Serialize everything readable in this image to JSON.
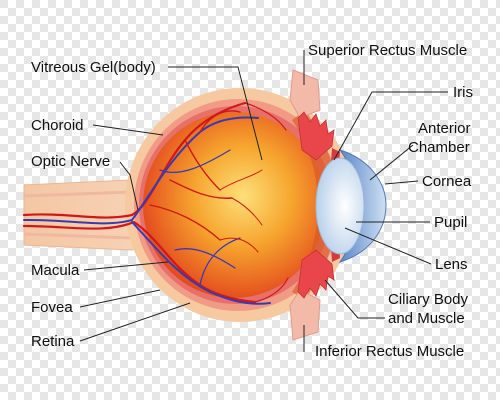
{
  "diagram": {
    "labels": {
      "vitreous_gel": "Vitreous Gel(body)",
      "choroid": "Choroid",
      "optic_nerve": "Optic Nerve",
      "macula": "Macula",
      "fovea": "Fovea",
      "retina": "Retina",
      "superior_rectus": "Superior Rectus Muscle",
      "iris": "Iris",
      "anterior_chamber_line1": "Anterior",
      "anterior_chamber_line2": "Chamber",
      "cornea": "Cornea",
      "pupil": "Pupil",
      "lens": "Lens",
      "ciliary_line1": "Ciliary Body",
      "ciliary_line2": "and Muscle",
      "inferior_rectus": "Inferior Rectus Muscle"
    },
    "colors": {
      "sclera": "#f6c9a0",
      "choroid_ring": "#e8706a",
      "vitreous_center": "#fbd24c",
      "vitreous_edge": "#e83a1c",
      "lens": "#d6e6f6",
      "iris": "#e8464a",
      "cornea": "#8fb4dc",
      "vessel_red": "#d01818",
      "vessel_blue": "#3a3ab0"
    }
  }
}
